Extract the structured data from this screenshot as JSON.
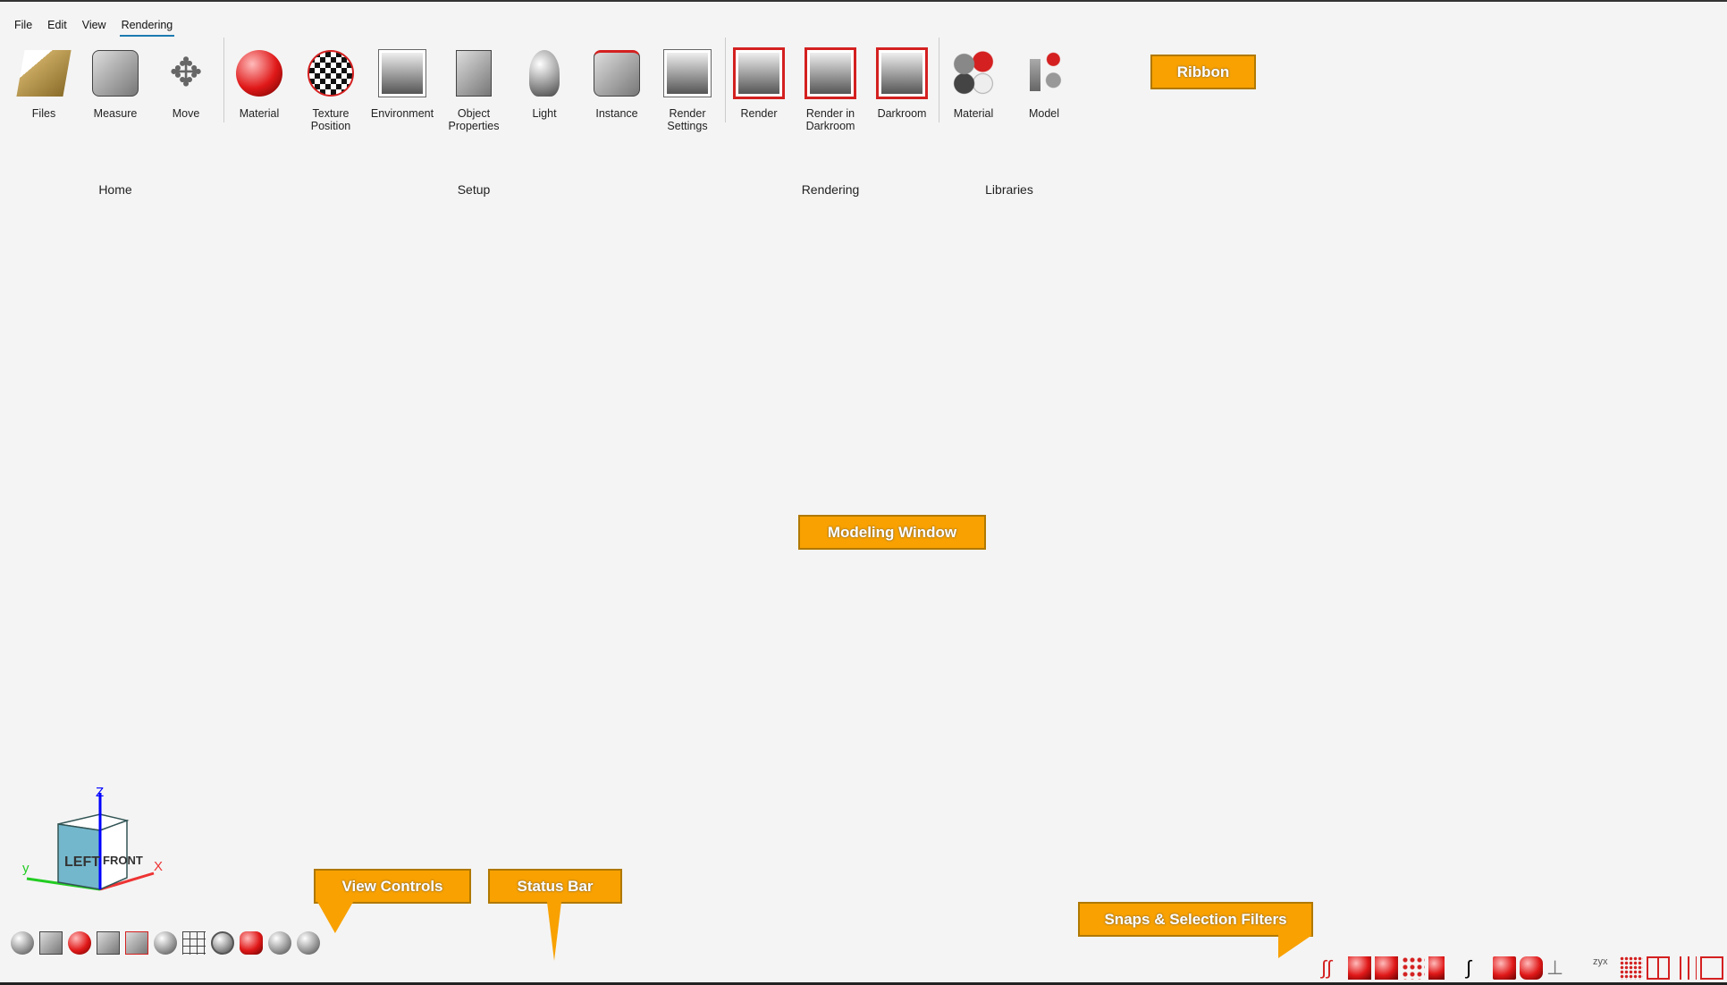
{
  "menu": [
    "File",
    "Edit",
    "View",
    "Rendering"
  ],
  "ribbon": {
    "items": [
      {
        "label": "Files",
        "icon": "files-icon"
      },
      {
        "label": "Measure",
        "icon": "measure-icon"
      },
      {
        "label": "Move",
        "icon": "move-icon"
      },
      {
        "label": "Material",
        "icon": "material-icon"
      },
      {
        "label": "Texture Position",
        "icon": "texture-position-icon"
      },
      {
        "label": "Environment",
        "icon": "environment-icon"
      },
      {
        "label": "Object Properties",
        "icon": "object-properties-icon"
      },
      {
        "label": "Light",
        "icon": "light-icon"
      },
      {
        "label": "Instance",
        "icon": "instance-icon"
      },
      {
        "label": "Render Settings",
        "icon": "render-settings-icon"
      },
      {
        "label": "Render",
        "icon": "render-icon"
      },
      {
        "label": "Render in Darkroom",
        "icon": "render-darkroom-icon"
      },
      {
        "label": "Darkroom",
        "icon": "darkroom-icon"
      },
      {
        "label": "Material",
        "icon": "material-library-icon"
      },
      {
        "label": "Model",
        "icon": "model-library-icon"
      }
    ],
    "groups": [
      "Home",
      "Setup",
      "Rendering",
      "Libraries"
    ]
  },
  "gizmo": {
    "z": "Z",
    "y": "y",
    "x": "X",
    "left": "LEFT",
    "front": "FRONT"
  },
  "callouts": {
    "ribbon": "Ribbon",
    "modeling": "Modeling Window",
    "view_controls": "View Controls",
    "status_bar": "Status Bar",
    "snaps": "Snaps & Selection Filters"
  },
  "accent": "#f8a100"
}
